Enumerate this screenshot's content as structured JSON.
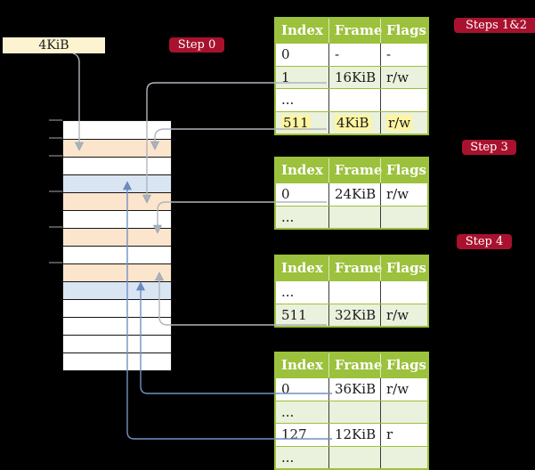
{
  "frame_box": {
    "label": "4KiB"
  },
  "badges": {
    "step0": "Step 0",
    "steps12": "Steps 1&2",
    "step3": "Step 3",
    "step4": "Step 4"
  },
  "columns": [
    "Index",
    "Frame",
    "Flags"
  ],
  "tables": {
    "root_steps12": {
      "rows": [
        {
          "index": "0",
          "frame": "-",
          "flags": "-"
        },
        {
          "index": "1",
          "frame": "16KiB",
          "flags": "r/w"
        },
        {
          "index": "...",
          "frame": "",
          "flags": ""
        },
        {
          "index": "511",
          "frame": "4KiB",
          "flags": "r/w"
        }
      ]
    },
    "step3": {
      "rows": [
        {
          "index": "0",
          "frame": "24KiB",
          "flags": "r/w"
        },
        {
          "index": "...",
          "frame": "",
          "flags": ""
        }
      ]
    },
    "step4_upper": {
      "rows": [
        {
          "index": "...",
          "frame": "",
          "flags": ""
        },
        {
          "index": "511",
          "frame": "32KiB",
          "flags": "r/w"
        }
      ]
    },
    "step4_lower": {
      "rows": [
        {
          "index": "0",
          "frame": "36KiB",
          "flags": "r/w"
        },
        {
          "index": "...",
          "frame": "",
          "flags": ""
        },
        {
          "index": "127",
          "frame": "12KiB",
          "flags": "r"
        },
        {
          "index": "...",
          "frame": "",
          "flags": ""
        }
      ]
    }
  },
  "memory": {
    "row_fills": [
      "white",
      "orange",
      "white",
      "blue",
      "orange",
      "white",
      "orange",
      "white",
      "orange",
      "blue",
      "white",
      "white",
      "white",
      "white"
    ]
  },
  "mappings": [
    {
      "from": "4KiB label",
      "to_frame": "4KiB frame",
      "color": "gray"
    },
    {
      "from": "root_steps12 index 1",
      "to_frame": "16KiB frame",
      "color": "gray"
    },
    {
      "from": "root_steps12 index 511",
      "to_frame": "4KiB frame",
      "color": "gray"
    },
    {
      "from": "step3 index 0",
      "to_frame": "24KiB frame",
      "color": "gray"
    },
    {
      "from": "step4_upper index 511",
      "to_frame": "32KiB frame",
      "color": "gray"
    },
    {
      "from": "step4_lower index 0",
      "to_frame": "36KiB frame",
      "color": "blue"
    },
    {
      "from": "step4_lower index 127",
      "to_frame": "12KiB frame",
      "color": "blue"
    }
  ],
  "colors": {
    "header_green": "#9cc13c",
    "row_green": "#eaf1dc",
    "frame_orange": "#fce5cd",
    "frame_blue": "#d9e5f3",
    "highlight_yellow": "#fdf5a1",
    "badge_red": "#a8122e",
    "label_cream": "#fdf3d0",
    "arrow_gray": "#b0b6bd",
    "arrow_blue": "#7191c4",
    "background": "#000000"
  }
}
